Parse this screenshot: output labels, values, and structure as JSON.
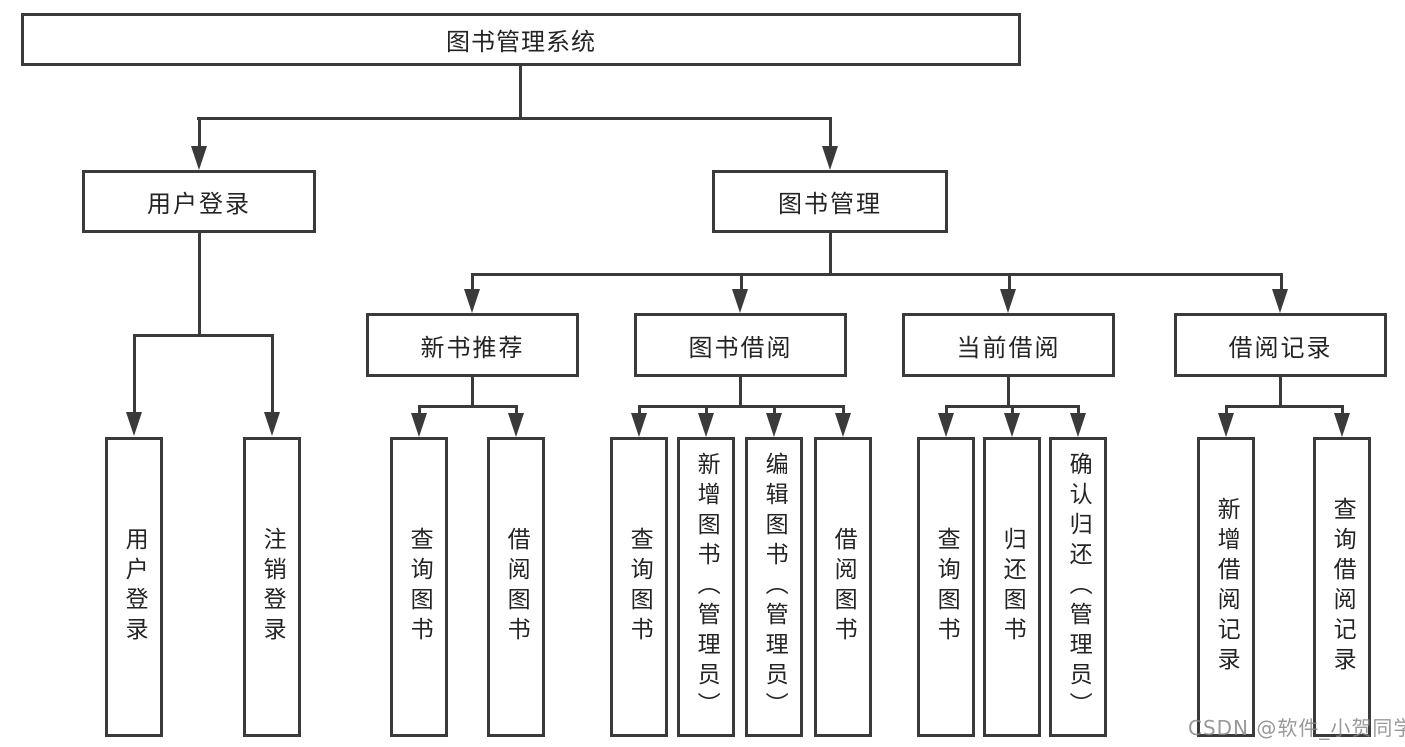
{
  "tree": {
    "root": {
      "label": "图书管理系统"
    },
    "branches": [
      {
        "label": "用户登录",
        "children": [
          {
            "label": "用户登录"
          },
          {
            "label": "注销登录"
          }
        ]
      },
      {
        "label": "图书管理",
        "children": [
          {
            "label": "新书推荐",
            "children": [
              {
                "label": "查询图书"
              },
              {
                "label": "借阅图书"
              }
            ]
          },
          {
            "label": "图书借阅",
            "children": [
              {
                "label": "查询图书"
              },
              {
                "label": "新增图书（管理员）"
              },
              {
                "label": "编辑图书（管理员）"
              },
              {
                "label": "借阅图书"
              }
            ]
          },
          {
            "label": "当前借阅",
            "children": [
              {
                "label": "查询图书"
              },
              {
                "label": "归还图书"
              },
              {
                "label": "确认归还（管理员）"
              }
            ]
          },
          {
            "label": "借阅记录",
            "children": [
              {
                "label": "新增借阅记录"
              },
              {
                "label": "查询借阅记录"
              }
            ]
          }
        ]
      }
    ]
  },
  "watermark": {
    "text": "CSDN @软件_小贺同学"
  },
  "colors": {
    "line": "#3a3a3a",
    "text": "#242424",
    "background": "#ffffff",
    "watermark": "#878787"
  }
}
